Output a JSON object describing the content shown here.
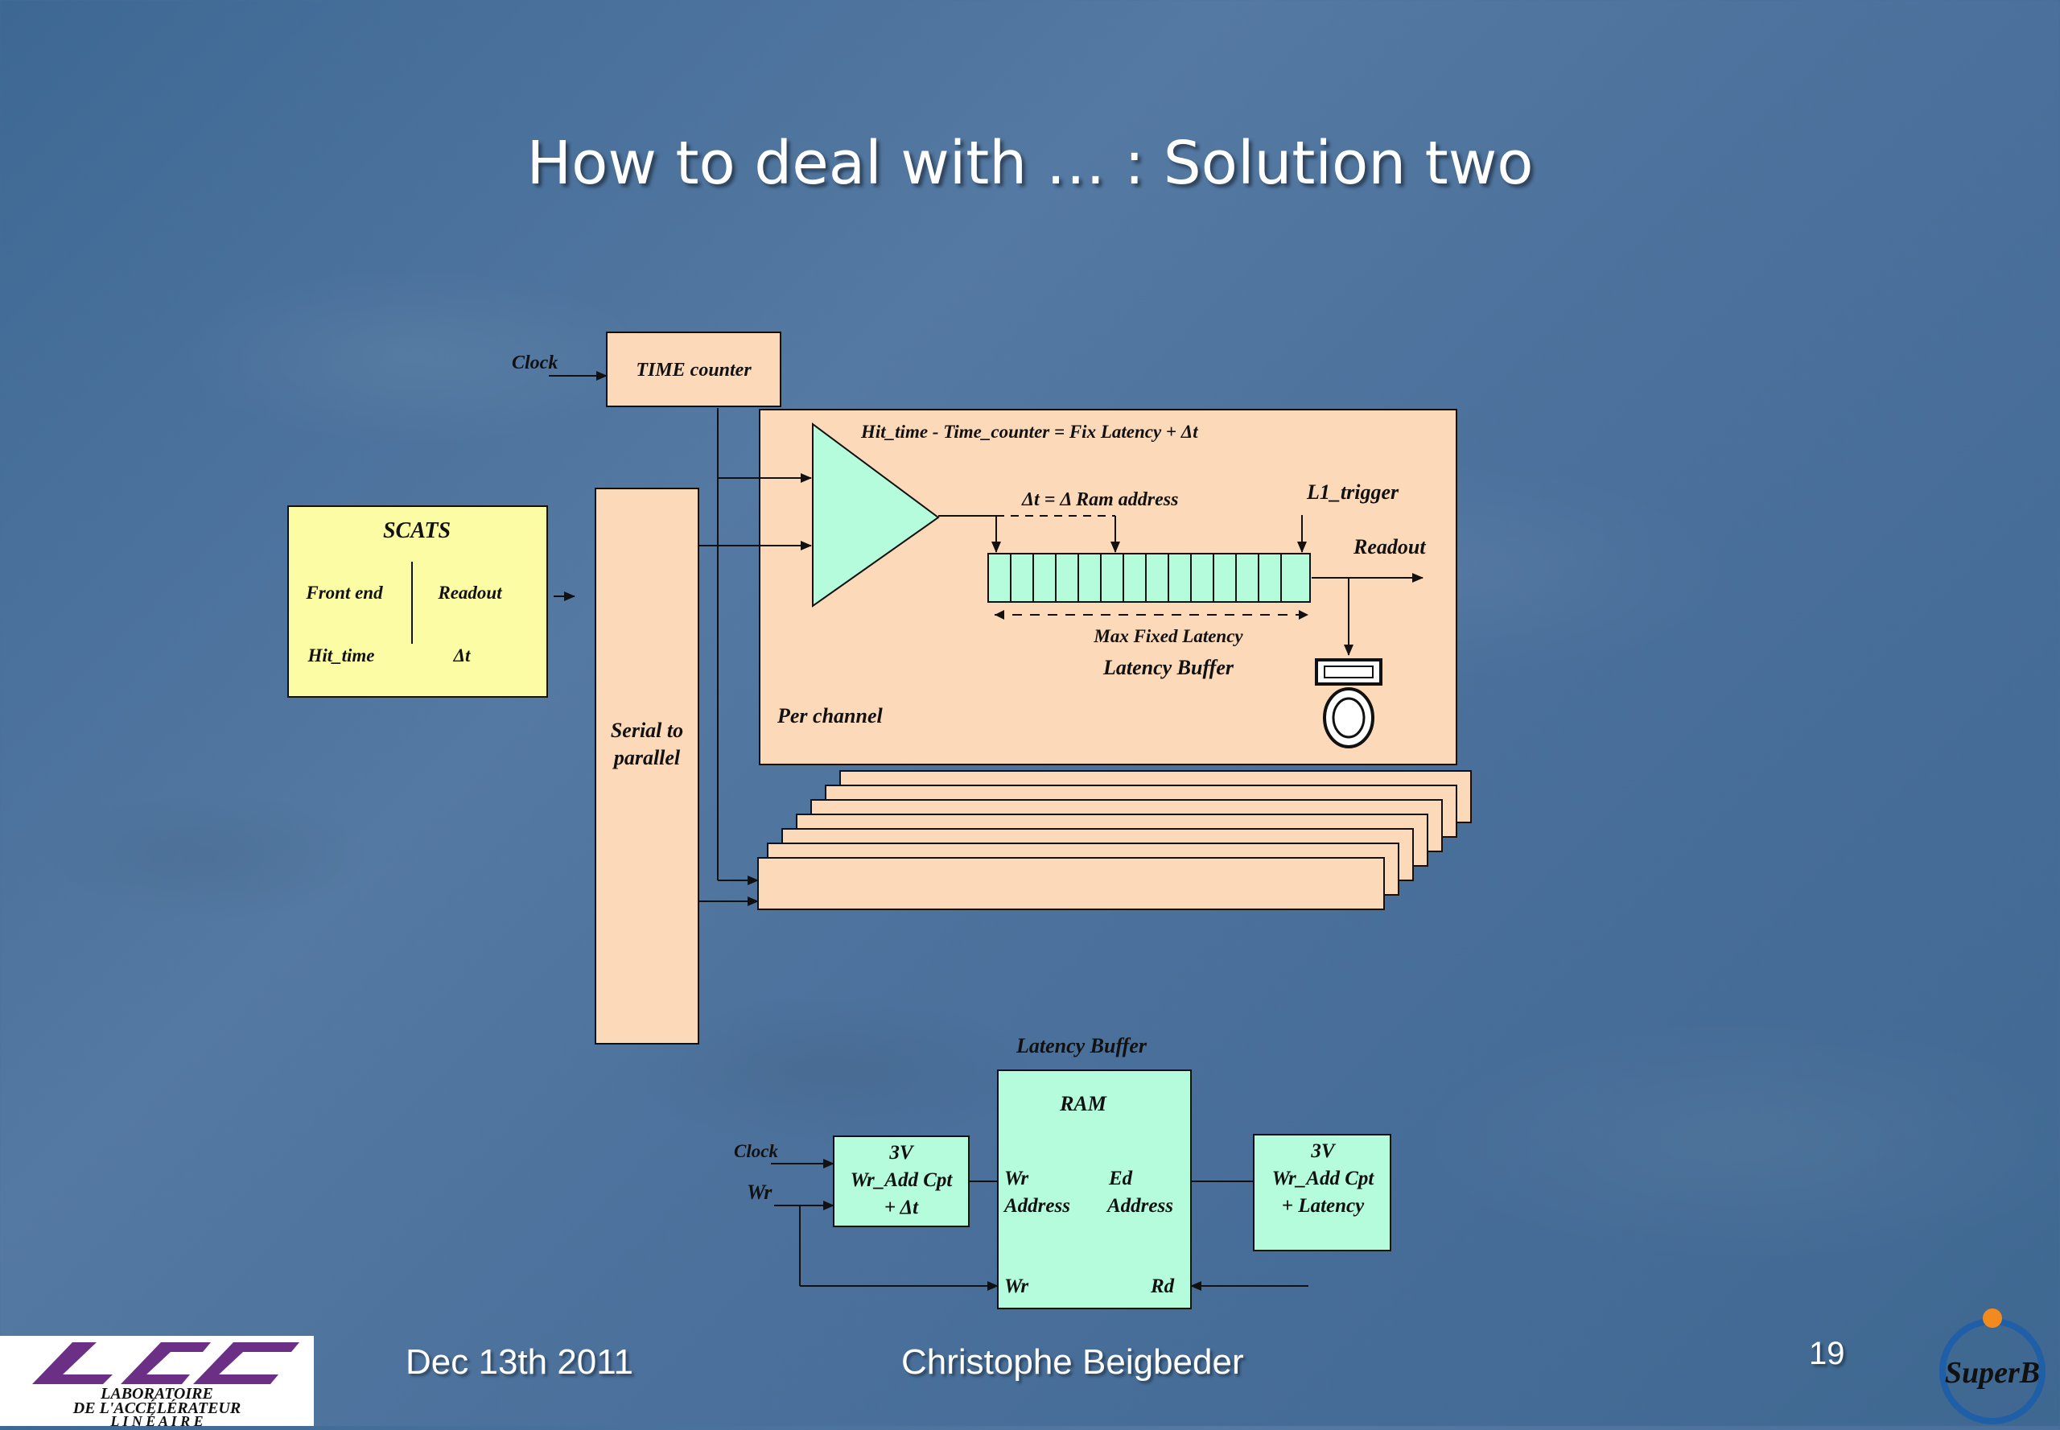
{
  "slide": {
    "title": "How to deal with … : Solution two",
    "footer_date": "Dec 13th  2011",
    "footer_author": "Christophe Beigbeder",
    "page_number": "19"
  },
  "diagram_top": {
    "clock": "Clock",
    "time_counter": "TIME counter",
    "scats": "SCATS",
    "front_end": "Front end",
    "readout_col": "Readout",
    "hit_time": "Hit_time",
    "delta_symbol": "Δt",
    "serial_line1": "Serial to",
    "serial_line2": "parallel",
    "equation": "Hit_time - Time_counter = Fix Latency + Δt",
    "ram_address": "Δt = Δ Ram address",
    "l1_trigger": "L1_trigger",
    "readout": "Readout",
    "max_fixed_latency": "Max Fixed Latency",
    "latency_buffer": "Latency Buffer",
    "per_channel": "Per channel"
  },
  "diagram_bottom": {
    "latency_buffer": "Latency Buffer",
    "clock": "Clock",
    "wr": "Wr",
    "left_box_l1": "3V",
    "left_box_l2": "Wr_Add Cpt",
    "left_box_l3": "+ Δt",
    "ram": "RAM",
    "ram_wr": "Wr",
    "ram_wr_address": "Address",
    "ram_rd": "Ed",
    "ram_rd_address": "Address",
    "ram_wr_port": "Wr",
    "ram_rd_port": "Rd",
    "right_box_l1": "3V",
    "right_box_l2": "Wr_Add Cpt",
    "right_box_l3": "+ Latency"
  },
  "logos": {
    "lal_line1": "LABORATOIRE",
    "lal_line2": "DE L'ACCÉLÉRATEUR",
    "lal_line3": "L I N É A I R E",
    "superb": "SuperB"
  },
  "colors": {
    "box_peach": "#fcd9b9",
    "box_yellow": "#fcfca4",
    "box_mint": "#b4fcdc",
    "background": "#4a709b"
  }
}
